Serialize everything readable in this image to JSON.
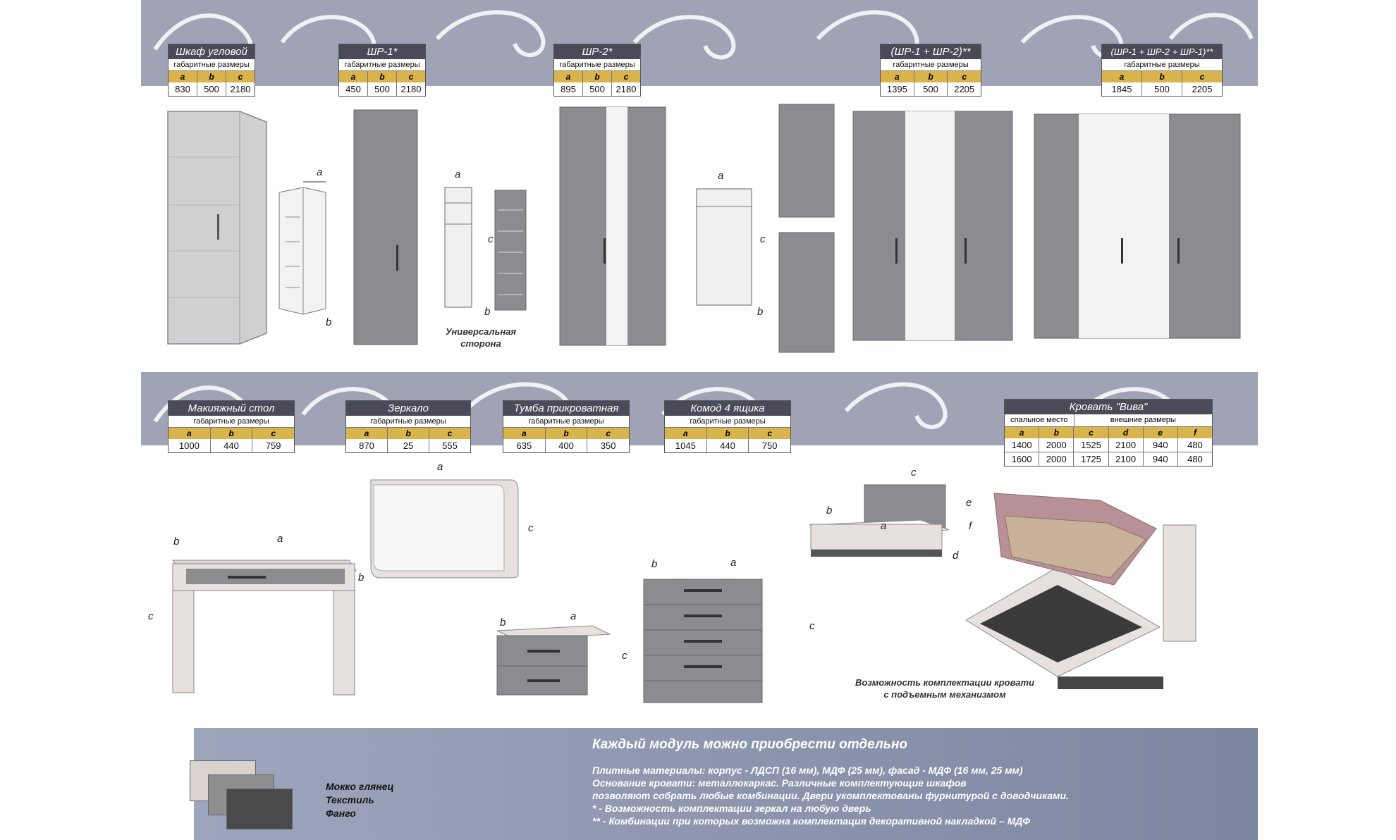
{
  "wardrobes": [
    {
      "title": "Шкаф угловой",
      "subtitle": "габаритные размеры",
      "heads": [
        "a",
        "b",
        "c"
      ],
      "values": [
        "830",
        "500",
        "2180"
      ]
    },
    {
      "title": "ШР-1*",
      "subtitle": "габаритные размеры",
      "heads": [
        "a",
        "b",
        "c"
      ],
      "values": [
        "450",
        "500",
        "2180"
      ]
    },
    {
      "title": "ШР-2*",
      "subtitle": "габаритные размеры",
      "heads": [
        "a",
        "b",
        "c"
      ],
      "values": [
        "895",
        "500",
        "2180"
      ]
    },
    {
      "title": "(ШР-1 + ШР-2)**",
      "subtitle": "габаритные размеры",
      "heads": [
        "a",
        "b",
        "c"
      ],
      "values": [
        "1395",
        "500",
        "2205"
      ]
    },
    {
      "title": "(ШР-1 + ШР-2 + ШР-1)**",
      "subtitle": "габаритные размеры",
      "heads": [
        "a",
        "b",
        "c"
      ],
      "values": [
        "1845",
        "500",
        "2205"
      ]
    }
  ],
  "modules": [
    {
      "title": "Макияжный стол",
      "subtitle": "габаритные размеры",
      "heads": [
        "a",
        "b",
        "c"
      ],
      "values": [
        "1000",
        "440",
        "759"
      ]
    },
    {
      "title": "Зеркало",
      "subtitle": "габаритные размеры",
      "heads": [
        "a",
        "b",
        "c"
      ],
      "values": [
        "870",
        "25",
        "555"
      ]
    },
    {
      "title": "Тумба прикроватная",
      "subtitle": "габаритные размеры",
      "heads": [
        "a",
        "b",
        "c"
      ],
      "values": [
        "635",
        "400",
        "350"
      ]
    },
    {
      "title": "Комод 4 ящика",
      "subtitle": "габаритные размеры",
      "heads": [
        "a",
        "b",
        "c"
      ],
      "values": [
        "1045",
        "440",
        "750"
      ]
    }
  ],
  "bed": {
    "title": "Кровать \"Вива\"",
    "group1": "спальное место",
    "group2": "внешние размеры",
    "heads": [
      "a",
      "b",
      "c",
      "d",
      "e",
      "f"
    ],
    "rows": [
      [
        "1400",
        "2000",
        "1525",
        "2100",
        "940",
        "480"
      ],
      [
        "1600",
        "2000",
        "1725",
        "2100",
        "940",
        "480"
      ]
    ]
  },
  "labels": {
    "a": "a",
    "b": "b",
    "c": "c",
    "d": "d",
    "e": "e",
    "f": "f"
  },
  "notes": {
    "universal_line1": "Универсальная",
    "universal_line2": "сторона",
    "bed_line1": "Возможность комплектации кровати",
    "bed_line2": "с подъемным механизмом"
  },
  "swatches": [
    {
      "name": "Мокко глянец",
      "color": "#d9d2ce"
    },
    {
      "name": "Текстиль",
      "color": "#8e8e90"
    },
    {
      "name": "Фанго",
      "color": "#4a4a4c"
    }
  ],
  "footer": {
    "title": "Каждый модуль можно приобрести отдельно",
    "line1": "Плитные материалы: корпус - ЛДСП (16 мм), МДФ (25 мм), фасад - МДФ (16 мм, 25 мм)",
    "line2": "Основание кровати: металлокаркас. Различные комплектующие шкафов",
    "line3": "позволяют собрать любые комбинации. Двери укомплектованы фурнитурой с доводчиками.",
    "line4": "* - Возможность комплектации зеркал на любую дверь",
    "line5": "** - Комбинации при которых возможна комплектация декоративной накладкой – МДФ"
  },
  "colors": {
    "band": "#a0a3b5",
    "header": "#4a4a58",
    "head_cell": "#d8b44a",
    "furniture_gray": "#8a8c90",
    "furniture_light": "#e6e1df"
  }
}
